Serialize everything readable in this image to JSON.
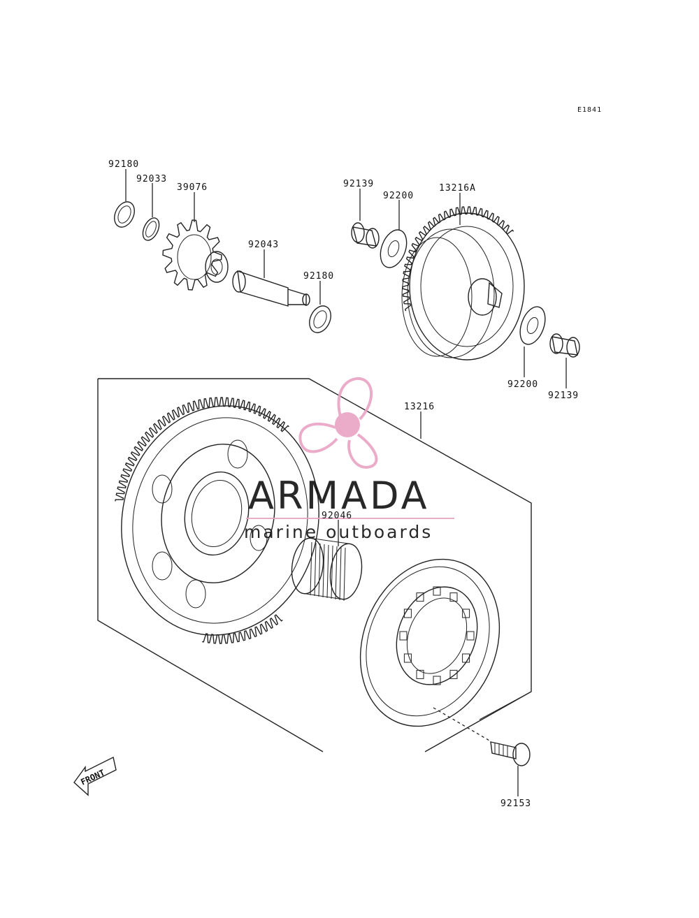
{
  "diagram": {
    "code": "E1841",
    "front_label": "FRONT",
    "parts": [
      {
        "id": "p1",
        "number": "92180"
      },
      {
        "id": "p2",
        "number": "92033"
      },
      {
        "id": "p3",
        "number": "39076"
      },
      {
        "id": "p4",
        "number": "92043"
      },
      {
        "id": "p5",
        "number": "92180"
      },
      {
        "id": "p6",
        "number": "92139"
      },
      {
        "id": "p7",
        "number": "92200"
      },
      {
        "id": "p8",
        "number": "13216A"
      },
      {
        "id": "p9",
        "number": "92200"
      },
      {
        "id": "p10",
        "number": "92139"
      },
      {
        "id": "p11",
        "number": "13216"
      },
      {
        "id": "p12",
        "number": "92046"
      },
      {
        "id": "p13",
        "number": "92153"
      }
    ]
  },
  "watermark": {
    "title": "ARMADA",
    "subtitle": "marine outboards",
    "colors": {
      "propeller": "#e9a4c4",
      "text": "#8a8a8a",
      "rule": "#e9a4c4"
    }
  }
}
